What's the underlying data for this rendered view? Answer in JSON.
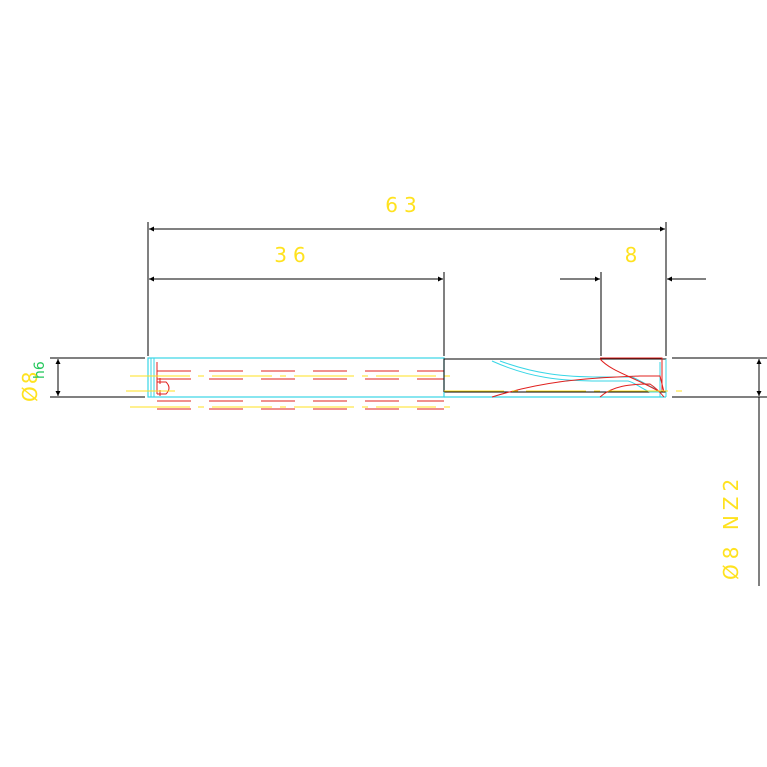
{
  "drawing": {
    "dim_overall": "63",
    "dim_shank": "36",
    "dim_tip": "8",
    "dia_shank_symbol": "Ø8",
    "dia_shank_tol": "h6",
    "dia_tip": "Ø8 NZ2"
  },
  "colors": {
    "background": "#ffffff",
    "dimension_line": "#000000",
    "dimension_text": "#ffe21f",
    "tolerance_text": "#22c75a",
    "outline": "#38d6e6",
    "hidden_line": "#e0201e",
    "center_line": "#ffe21f"
  }
}
